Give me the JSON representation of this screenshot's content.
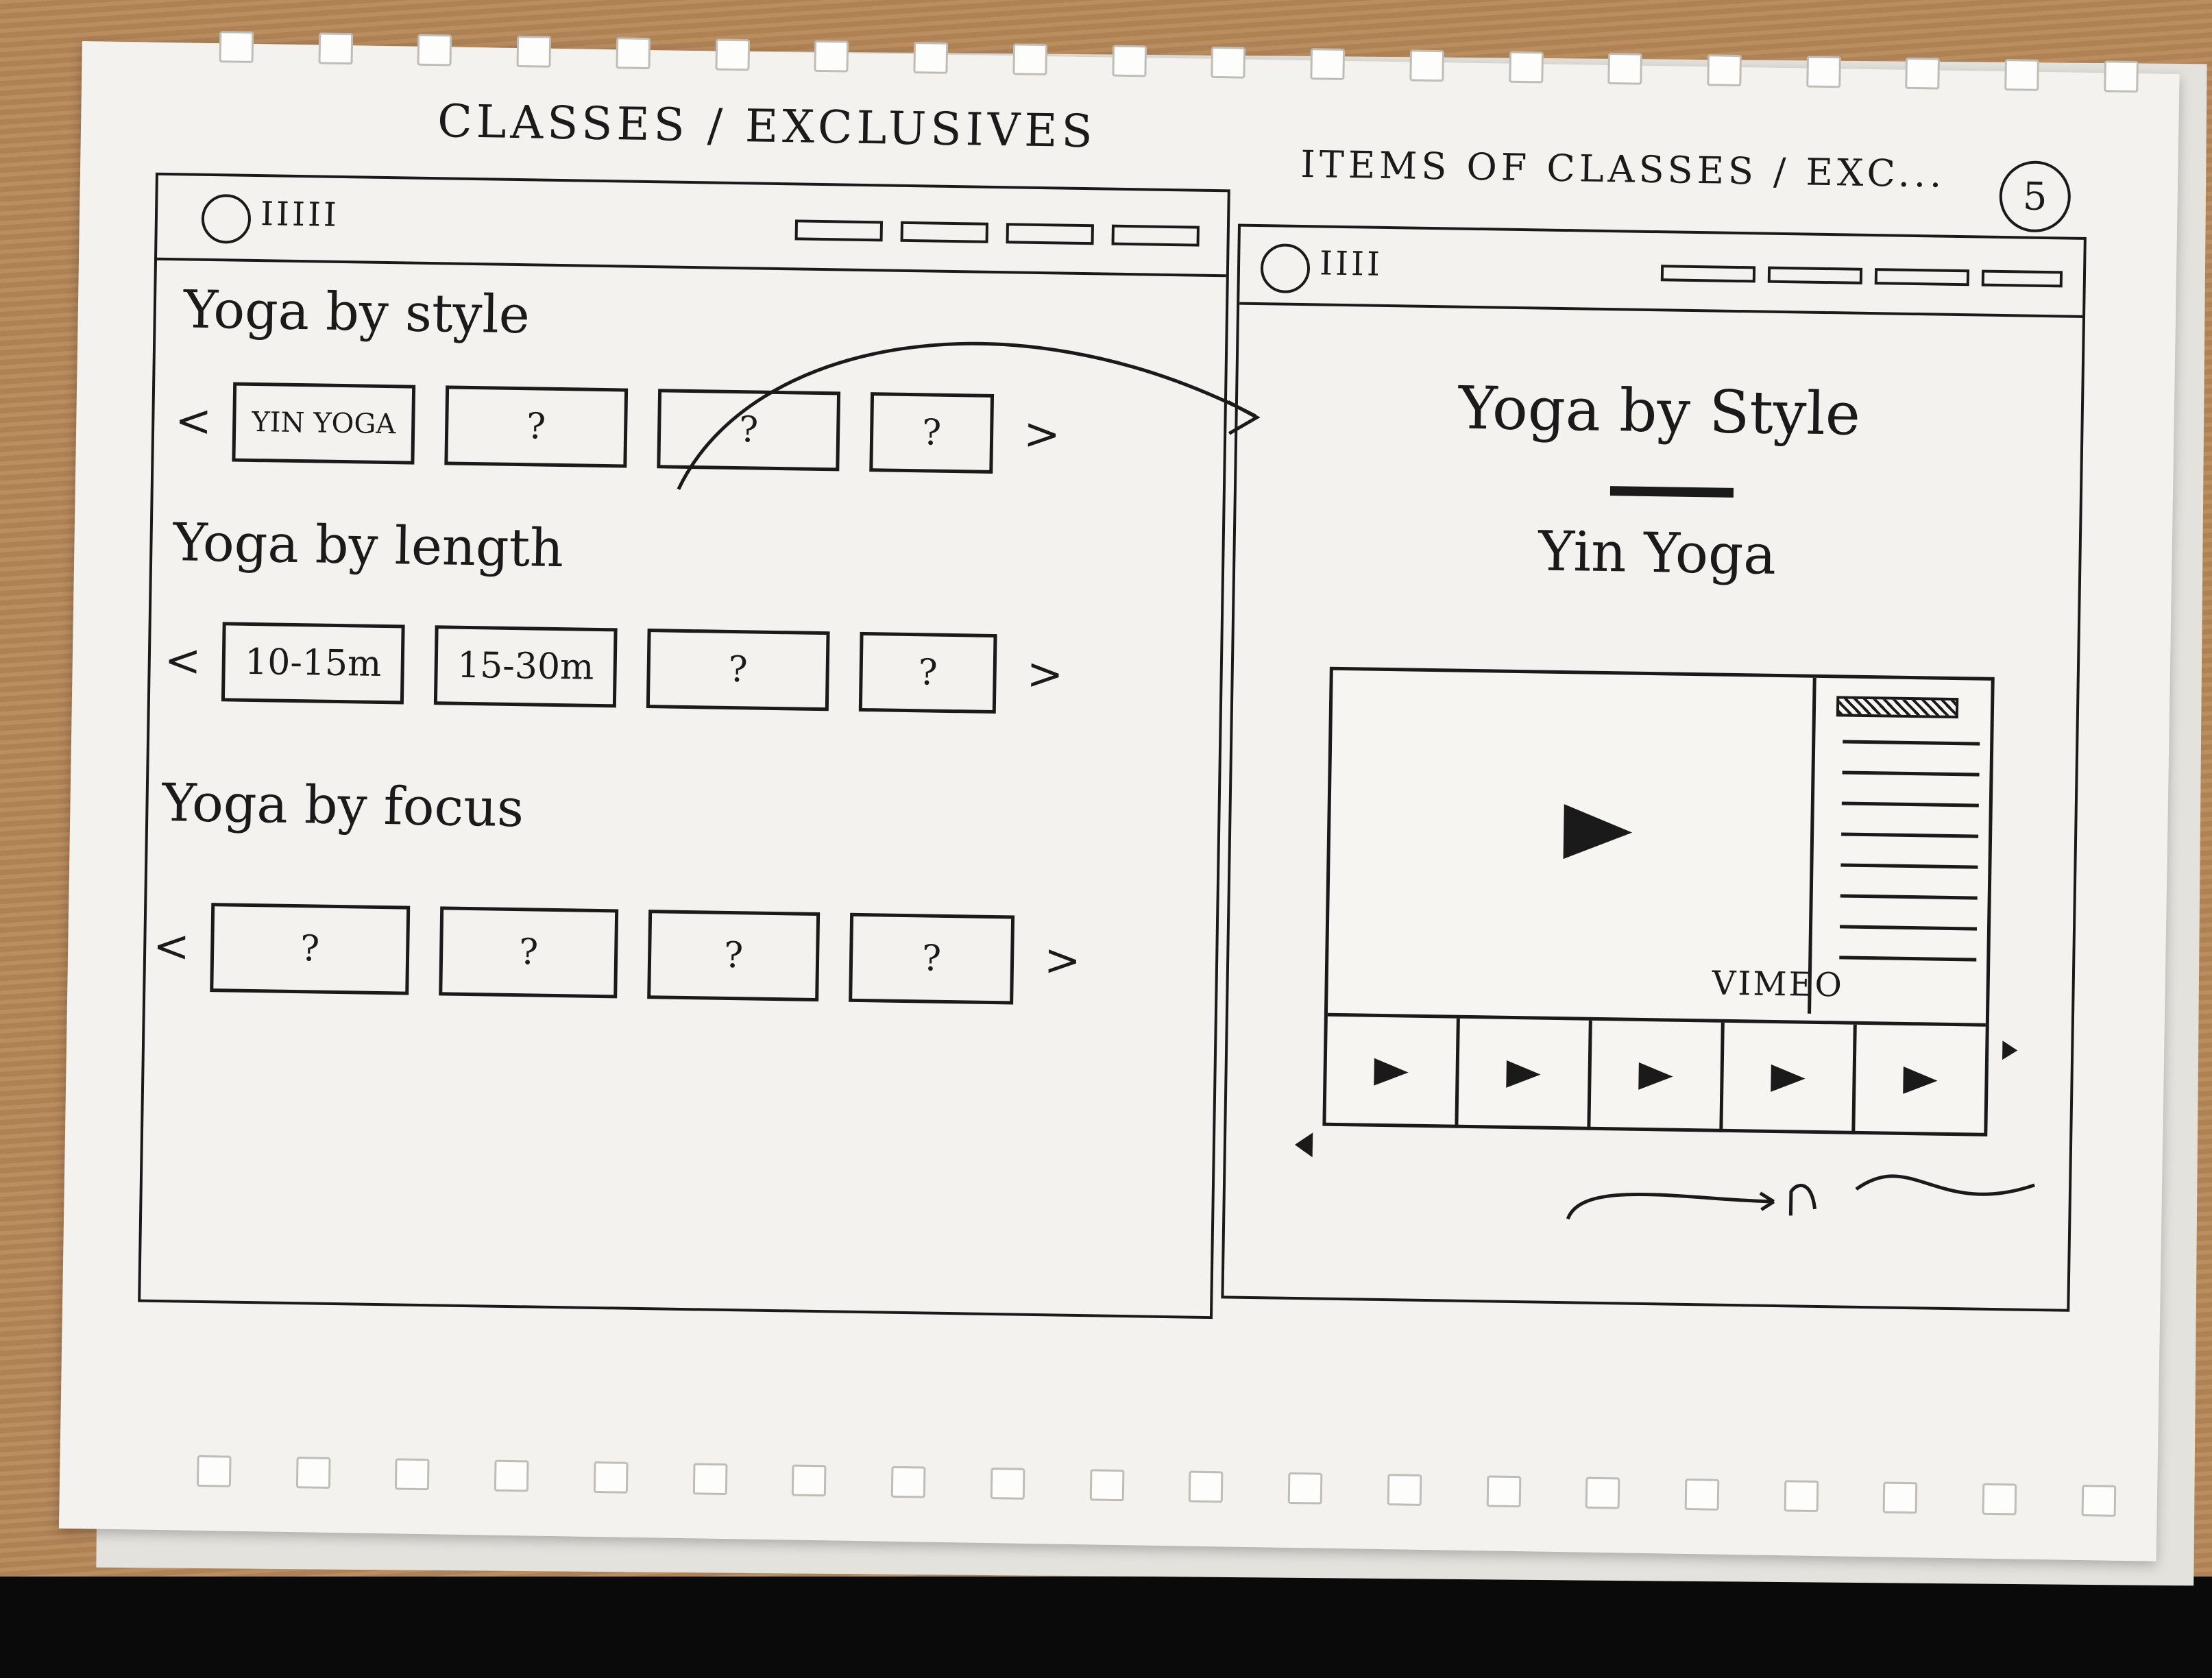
{
  "page_number": "5",
  "left_screen": {
    "heading": "CLASSES / EXCLUSIVES",
    "logo_text": "IIIII",
    "sections": [
      {
        "title": "Yoga by style",
        "prev": "<",
        "next": ">",
        "cards": [
          "YIN YOGA",
          "?",
          "?",
          "?"
        ]
      },
      {
        "title": "Yoga by length",
        "prev": "<",
        "next": ">",
        "cards": [
          "10-15m",
          "15-30m",
          "?",
          "?"
        ]
      },
      {
        "title": "Yoga by focus",
        "prev": "<",
        "next": ">",
        "cards": [
          "?",
          "?",
          "?",
          "?"
        ]
      }
    ]
  },
  "right_screen": {
    "heading": "ITEMS OF CLASSES / EXC...",
    "logo_text": "IIII",
    "page_title": "Yoga by Style",
    "item_title": "Yin Yoga",
    "video": {
      "brand": "VIMEO"
    }
  }
}
